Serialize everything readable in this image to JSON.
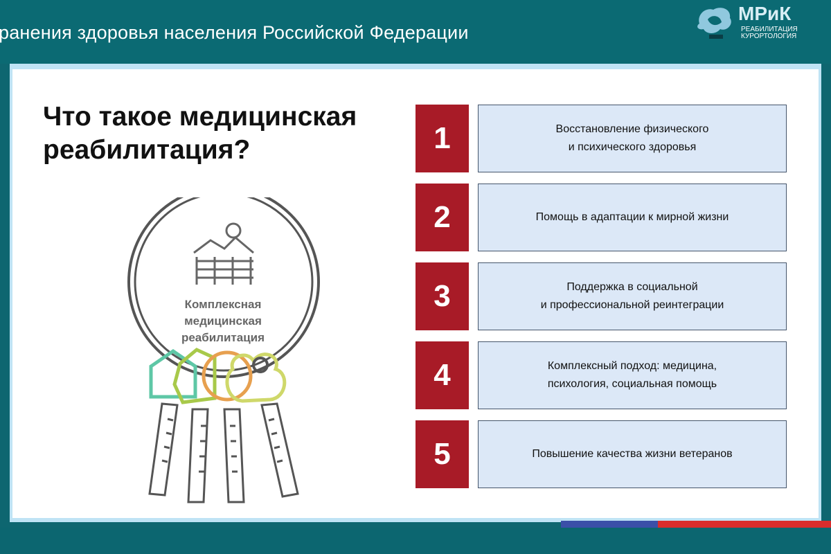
{
  "header": {
    "title": "ранения здоровья населения Российской Федерации",
    "logo": {
      "name": "МРиК",
      "line1": "РЕАБИЛИТАЦИЯ",
      "line2": "КУРОРТОЛОГИЯ"
    }
  },
  "slide": {
    "title_line1": "Что такое медицинская",
    "title_line2": "реабилитация?",
    "illustration_label": "Комплексная\nмедицинская\nреабилитация",
    "items": [
      {
        "num": "1",
        "text": "Восстановление физического\nи психического здоровья"
      },
      {
        "num": "2",
        "text": "Помощь в адаптации к мирной жизни"
      },
      {
        "num": "3",
        "text": "Поддержка в социальной\nи профессиональной реинтеграции"
      },
      {
        "num": "4",
        "text": "Комплексный подход: медицина,\nпсихология, социальная помощь"
      },
      {
        "num": "5",
        "text": "Повышение качества жизни ветеранов"
      }
    ]
  },
  "colors": {
    "accent_red": "#a81b27",
    "box_fill": "#dce8f7",
    "teal": "#0b6a73"
  }
}
